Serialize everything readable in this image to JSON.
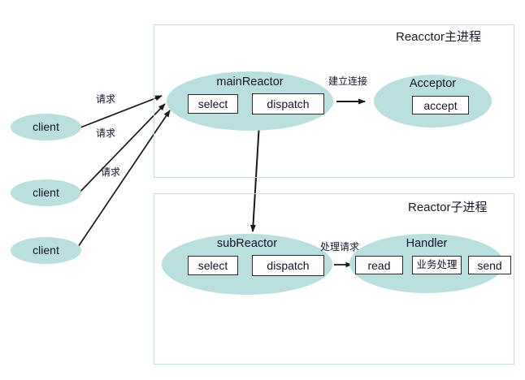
{
  "diagram": {
    "title": "Reactor multi-process architecture diagram",
    "colors": {
      "ellipse_fill": "#b9dfdf",
      "group_border": "#bfdfe2",
      "box_border": "#2b2b2b",
      "box_fill": "#ffffff",
      "arrow": "#1a1a1a",
      "text": "#13132b",
      "background": "#ffffff"
    }
  },
  "clients": [
    {
      "label": "client"
    },
    {
      "label": "client"
    },
    {
      "label": "client"
    }
  ],
  "request_labels": [
    {
      "text": "请求"
    },
    {
      "text": "请求"
    },
    {
      "text": "请求"
    }
  ],
  "groups": [
    {
      "id": "main-process",
      "title": "Reacctor主进程",
      "nodes": [
        {
          "id": "main-reactor",
          "label": "mainReactor",
          "boxes": [
            {
              "label": "select"
            },
            {
              "label": "dispatch"
            }
          ]
        },
        {
          "id": "acceptor",
          "label": "Acceptor",
          "boxes": [
            {
              "label": "accept"
            }
          ]
        }
      ],
      "edge_label": "建立连接"
    },
    {
      "id": "sub-process",
      "title": "Reactor子进程",
      "nodes": [
        {
          "id": "sub-reactor",
          "label": "subReactor",
          "boxes": [
            {
              "label": "select"
            },
            {
              "label": "dispatch"
            }
          ]
        },
        {
          "id": "handler",
          "label": "Handler",
          "boxes": [
            {
              "label": "read"
            },
            {
              "label": "业务处理"
            },
            {
              "label": "send"
            }
          ]
        }
      ],
      "edge_label": "处理请求"
    }
  ],
  "connections": [
    {
      "from": "client-1",
      "to": "main-reactor",
      "label": "请求"
    },
    {
      "from": "client-2",
      "to": "main-reactor",
      "label": "请求"
    },
    {
      "from": "client-3",
      "to": "main-reactor",
      "label": "请求"
    },
    {
      "from": "main-reactor",
      "to": "acceptor",
      "label": "建立连接"
    },
    {
      "from": "main-reactor",
      "to": "sub-reactor",
      "label": ""
    },
    {
      "from": "sub-reactor",
      "to": "handler",
      "label": "处理请求"
    }
  ]
}
